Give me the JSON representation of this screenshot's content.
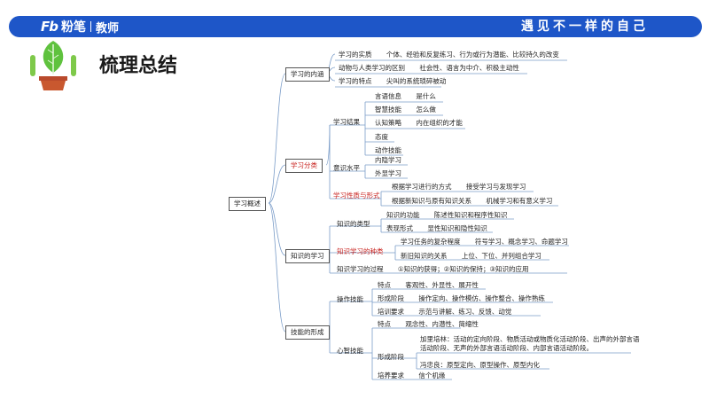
{
  "header": {
    "logo_fb": "Fb",
    "logo_fenbi": "粉笔",
    "logo_teacher": "教师",
    "slogan": "遇见不一样的自己"
  },
  "title": "梳理总结",
  "mindmap": {
    "root": "学习概述",
    "b1": {
      "label": "学习的内涵",
      "l1": "学习的实质",
      "l1a": "个体、经验和反复练习、行为或行为潜能、比较持久的改变",
      "l2": "动物与人类学习的区别",
      "l2a": "社会性、语言为中介、积极主动性",
      "l3": "学习的特点",
      "l3a": "尖叫的系统琐碎被动"
    },
    "b2": {
      "label": "学习分类",
      "g1": "学习结果",
      "g1a": "言语信息",
      "g1a1": "是什么",
      "g1b": "智慧技能",
      "g1b1": "怎么做",
      "g1c": "认知策略",
      "g1c1": "内在组织的才能",
      "g1d": "态度",
      "g1e": "动作技能",
      "g2": "意识水平",
      "g2a": "内隐学习",
      "g2b": "外显学习",
      "g3": "学习性质与形式",
      "g3a": "根据学习进行的方式",
      "g3a1": "接受学习与发现学习",
      "g3b": "根据新知识与原有知识关系",
      "g3b1": "机械学习和有意义学习"
    },
    "b3": {
      "label": "知识的学习",
      "k1": "知识的类型",
      "k1a": "知识的功能",
      "k1a1": "陈述性知识和程序性知识",
      "k1b": "表现形式",
      "k1b1": "显性知识和隐性知识",
      "k2": "知识学习的种类",
      "k2a": "学习任务的复杂程度",
      "k2a1": "符号学习、概念学习、命题学习",
      "k2b": "新旧知识的关系",
      "k2b1": "上位、下位、并列组合学习",
      "k3": "知识学习的过程",
      "k3a": "①知识的获得；②知识的保持；③知识的应用"
    },
    "b4": {
      "label": "技能的形成",
      "s1": "操作技能",
      "s1a": "特点",
      "s1a1": "客观性、外显性、展开性",
      "s1b": "形成阶段",
      "s1b1": "操作定向、操作模仿、操作整合、操作熟练",
      "s1c": "培训要求",
      "s1c1": "示范与讲解、练习、反馈、动觉",
      "s2": "心智技能",
      "s2a": "特点",
      "s2a1": "观念性、内潜性、简缩性",
      "s2b": "形成阶段",
      "s2b1": "加里培林：活动的定向阶段、物质活动或物质化活动阶段、出声的外部言语活动阶段、无声的外部言语活动阶段、内部言语活动阶段。",
      "s2b2": "冯忠良：原型定向、原型操作、原型内化",
      "s2c": "培养要求",
      "s2c1": "信个机缘"
    }
  }
}
